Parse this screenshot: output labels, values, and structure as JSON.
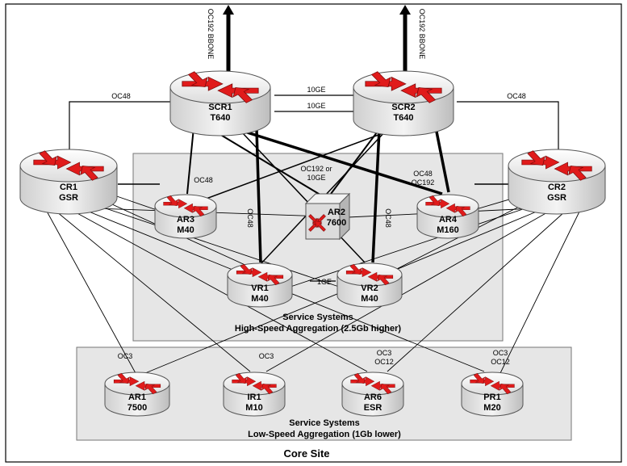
{
  "site": {
    "title": "Core Site"
  },
  "zones": {
    "high": {
      "line1": "Service Systems",
      "line2": "High-Speed Aggregation (2.5Gb higher)"
    },
    "low": {
      "line1": "Service Systems",
      "line2": "Low-Speed Aggregation (1Gb lower)"
    }
  },
  "uplinks": {
    "left": "OC192 BBONE",
    "right": "OC192 BBONE"
  },
  "routers": {
    "scr1": {
      "name": "SCR1",
      "model": "T640"
    },
    "scr2": {
      "name": "SCR2",
      "model": "T640"
    },
    "cr1": {
      "name": "CR1",
      "model": "GSR"
    },
    "cr2": {
      "name": "CR2",
      "model": "GSR"
    },
    "ar3": {
      "name": "AR3",
      "model": "M40"
    },
    "ar2": {
      "name": "AR2",
      "model": "7600"
    },
    "ar4": {
      "name": "AR4",
      "model": "M160"
    },
    "vr1": {
      "name": "VR1",
      "model": "M40"
    },
    "vr2": {
      "name": "VR2",
      "model": "M40"
    },
    "ar1": {
      "name": "AR1",
      "model": "7500"
    },
    "ir1": {
      "name": "IR1",
      "model": "M10"
    },
    "ar6": {
      "name": "AR6",
      "model": "ESR"
    },
    "pr1": {
      "name": "PR1",
      "model": "M20"
    }
  },
  "links": {
    "scr_top": "10GE",
    "scr_bottom": "10GE",
    "cr1_scr1": "OC48",
    "scr2_cr2": "OC48",
    "ar3_up": "OC48",
    "ar2_up_1": "OC192 or",
    "ar2_up_2": "10GE",
    "ar4_up_1": "OC48",
    "ar4_up_2": "OC192",
    "vr1_up": "OC48",
    "vr2_up": "OC48",
    "vr_pair": "1GE",
    "ar1_up": "OC3",
    "ir1_up": "OC3",
    "ar6_up_1": "OC3",
    "ar6_up_2": "OC12",
    "pr1_up_1": "OC3",
    "pr1_up_2": "OC12"
  },
  "colors": {
    "arrow": "#e01b1b",
    "router_body": "#e3e3e3",
    "zone_fill": "#e6e6e6",
    "line": "#000000"
  },
  "icons": {
    "router": "router-icon",
    "switch": "switch-icon"
  }
}
